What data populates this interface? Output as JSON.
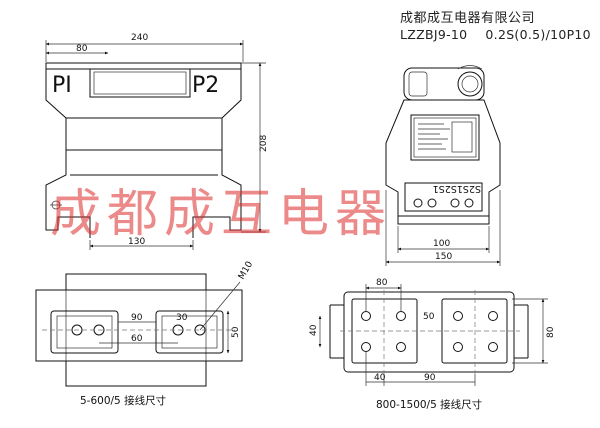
{
  "header": {
    "company": "成都成互电器有限公司",
    "model": "LZZBJ9-10",
    "spec": "0.2S(0.5)/10P10"
  },
  "watermark": "成都成互电器",
  "front_view": {
    "width_label": "240",
    "inner_width_label": "80",
    "height_label": "208",
    "base_width_label": "130",
    "terminal_left": "PI",
    "terminal_right": "P2"
  },
  "side_view": {
    "terminals": "S2S1S2S1",
    "base_label": "100",
    "overall_label": "150"
  },
  "bottom_left": {
    "bolt_label": "M10",
    "dim_90": "90",
    "dim_30": "30",
    "dim_60": "60",
    "dim_50": "50",
    "caption": "5-600/5 接线尺寸"
  },
  "bottom_right": {
    "dim_80_top": "80",
    "dim_50": "50",
    "dim_40_left": "40",
    "dim_40_bottom": "40",
    "dim_90": "90",
    "dim_80_right": "80",
    "caption": "800-1500/5 接线尺寸"
  },
  "colors": {
    "line": "#111111",
    "watermark": "#dc2828"
  }
}
